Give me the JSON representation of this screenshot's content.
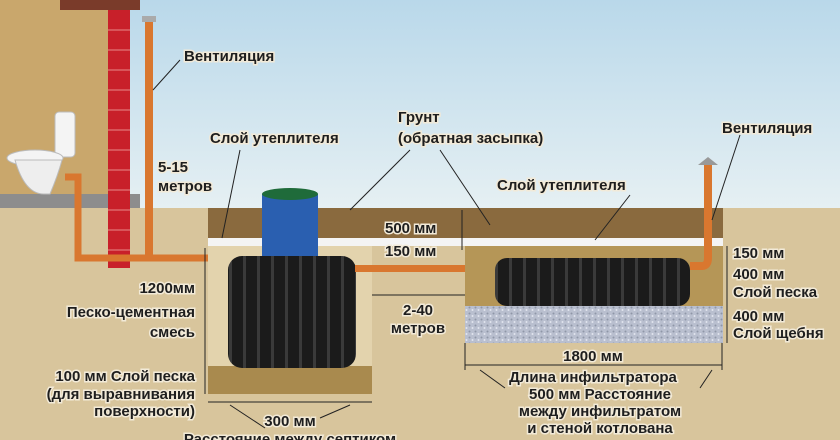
{
  "labels": {
    "vent_left": "Вентиляция",
    "vent_right": "Вентиляция",
    "insulation_left": "Слой утеплителя",
    "insulation_right": "Слой утеплителя",
    "soil_line1": "Грунт",
    "soil_line2": "(обратная засыпка)",
    "distance_house_line1": "5-15",
    "distance_house_line2": "метров",
    "depth_500": "500 мм",
    "depth_150_left": "150 мм",
    "depth_150_right": "150 мм",
    "height_1200": "1200мм",
    "sand_cement_line1": "Песко-цементная",
    "sand_cement_line2": "смесь",
    "distance_tanks_line1": "2-40",
    "distance_tanks_line2": "метров",
    "sand_400_line1": "400 мм",
    "sand_400_line2": "Слой песка",
    "gravel_400_line1": "400 мм",
    "gravel_400_line2": "Слой щебня",
    "sand_100_line1": "100 мм Слой песка",
    "sand_100_line2": "(для выравнивания",
    "sand_100_line3": "поверхности)",
    "length_1800": "1800 мм",
    "infiltrator_length": "Длина инфильтратора",
    "gap_300": "300 мм",
    "gap_300_desc": "Расстояние между септиком",
    "gap_500_line1": "500 мм Расстояние",
    "gap_500_line2": "между инфильтратом",
    "gap_500_line3": "и стеной котлована"
  },
  "colors": {
    "sky": "#cfe3ee",
    "ground": "#d8c59c",
    "topsoil": "#8a6a3e",
    "pipe": "#d9772f",
    "brick": "#c8202a",
    "tank": "#1c1c1c",
    "neck": "#2a5fb0",
    "gravel": "#b9bfcf"
  }
}
